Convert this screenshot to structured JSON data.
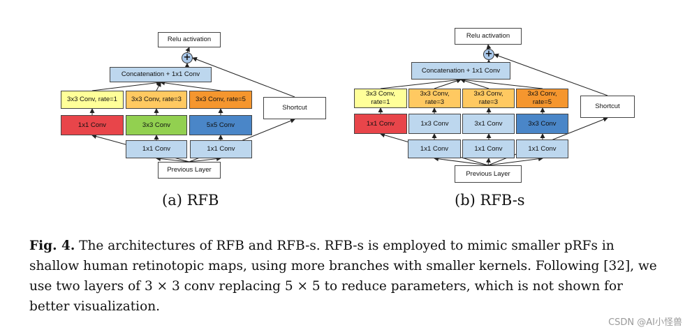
{
  "colors": {
    "blue": "#bdd7ee",
    "red": "#e8454a",
    "green": "#92d050",
    "dark_blue": "#4a86c8",
    "yellow": "#ffff99",
    "light_orange": "#ffc961",
    "orange": "#f5962e",
    "white": "#ffffff",
    "plus_fill": "#a9c8ea"
  },
  "icons": {
    "sum_node": "plus-circle-icon"
  },
  "rfb": {
    "relu": "Relu activation",
    "plus": "+",
    "concat": "Concatenation + 1x1 Conv",
    "dilated": [
      "3x3 Conv, rate=1",
      "3x3 Conv, rate=3",
      "3x3 Conv, rate=5"
    ],
    "convs": [
      "1x1 Conv",
      "3x3 Conv",
      "5x5 Conv"
    ],
    "inputs": [
      "1x1 Conv",
      "1x1 Conv"
    ],
    "shortcut": "Shortcut",
    "previous": "Previous Layer",
    "caption": "(a) RFB"
  },
  "rfbs": {
    "relu": "Relu activation",
    "plus": "+",
    "concat": "Concatenation + 1x1 Conv",
    "dilated": [
      [
        "3x3 Conv,",
        "rate=1"
      ],
      [
        "3x3 Conv,",
        "rate=3"
      ],
      [
        "3x3 Conv,",
        "rate=3"
      ],
      [
        "3x3 Conv,",
        "rate=5"
      ]
    ],
    "convs": [
      "1x1 Conv",
      "1x3 Conv",
      "3x1 Conv",
      "3x3 Conv"
    ],
    "inputs": [
      "1x1 Conv",
      "1x1 Conv",
      "1x1 Conv"
    ],
    "shortcut": "Shortcut",
    "previous": "Previous Layer",
    "caption": "(b) RFB-s"
  },
  "caption": {
    "label": "Fig. 4.",
    "text": " The architectures of RFB and RFB-s. RFB-s is employed to mimic smaller pRFs in shallow human retinotopic maps, using more branches with smaller kernels. Following [32], we use two layers of 3 × 3 conv replacing 5 × 5 to reduce parameters, which is not shown for better visualization."
  },
  "watermark": "CSDN @AI小怪兽"
}
